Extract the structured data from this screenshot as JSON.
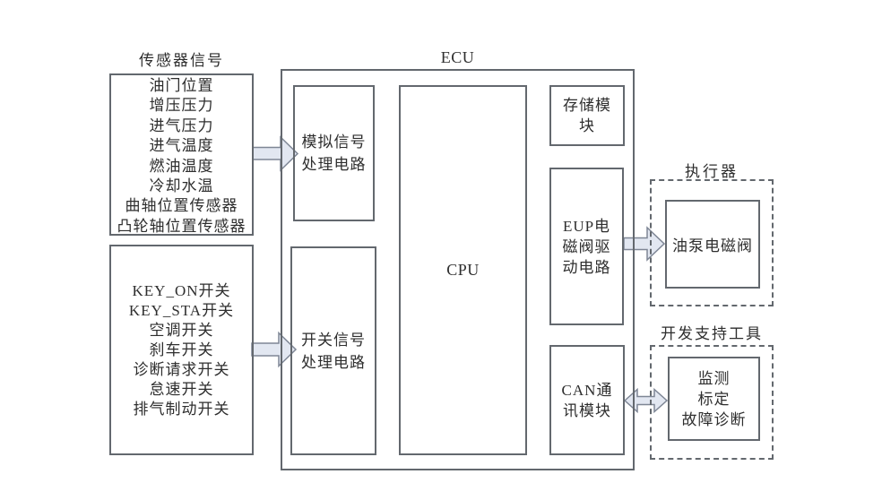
{
  "colors": {
    "arrow_fill": "#e2e7f1",
    "arrow_stroke": "#7e8695",
    "line": "#63686e",
    "text": "#2e2e2e",
    "background": "#ffffff"
  },
  "sensors": {
    "title": "传感器信号",
    "items": [
      "油门位置",
      "增压压力",
      "进气压力",
      "进气温度",
      "燃油温度",
      "冷却水温",
      "曲轴位置传感器",
      "凸轮轴位置传感器"
    ]
  },
  "switches": {
    "items": [
      "KEY_ON开关",
      "KEY_STA开关",
      "空调开关",
      "刹车开关",
      "诊断请求开关",
      "怠速开关",
      "排气制动开关"
    ]
  },
  "ecu": {
    "title": "ECU",
    "analog_block": {
      "lines": [
        "模拟信号",
        "处理电路"
      ]
    },
    "switch_block": {
      "lines": [
        "开关信号",
        "处理电路"
      ]
    },
    "cpu_label": "CPU",
    "storage_block": {
      "lines": [
        "存储模",
        "块"
      ]
    },
    "eup_block": {
      "lines": [
        "EUP电",
        "磁阀驱",
        "动电路"
      ]
    },
    "can_block": {
      "lines": [
        "CAN通",
        "讯模块"
      ]
    }
  },
  "actuator": {
    "title": "执行器",
    "block_label": "油泵电磁阀"
  },
  "dev_tools": {
    "title": "开发支持工具",
    "block": {
      "lines": [
        "监测",
        "标定",
        "故障诊断"
      ]
    }
  }
}
